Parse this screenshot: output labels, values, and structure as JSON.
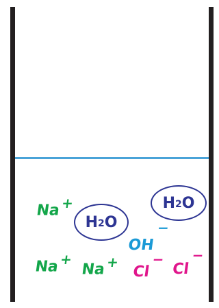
{
  "colors": {
    "wall": "#231f20",
    "water_line": "#4aa3d8",
    "sodium": "#13a64a",
    "chloride": "#e0168c",
    "hydroxide": "#1b9ad6",
    "water": "#2d3593"
  },
  "ions": [
    {
      "id": "na-1",
      "symbol": "Na",
      "charge": "+"
    },
    {
      "id": "na-2",
      "symbol": "Na",
      "charge": "+"
    },
    {
      "id": "na-3",
      "symbol": "Na",
      "charge": "+"
    },
    {
      "id": "oh-1",
      "symbol": "OH",
      "charge": "−"
    },
    {
      "id": "cl-1",
      "symbol": "Cl",
      "charge": "−"
    },
    {
      "id": "cl-2",
      "symbol": "Cl",
      "charge": "−"
    }
  ],
  "molecules": [
    {
      "id": "water-1",
      "element": "H",
      "subscript": "2",
      "tail": "O"
    },
    {
      "id": "water-2",
      "element": "H",
      "subscript": "2",
      "tail": "O"
    }
  ]
}
